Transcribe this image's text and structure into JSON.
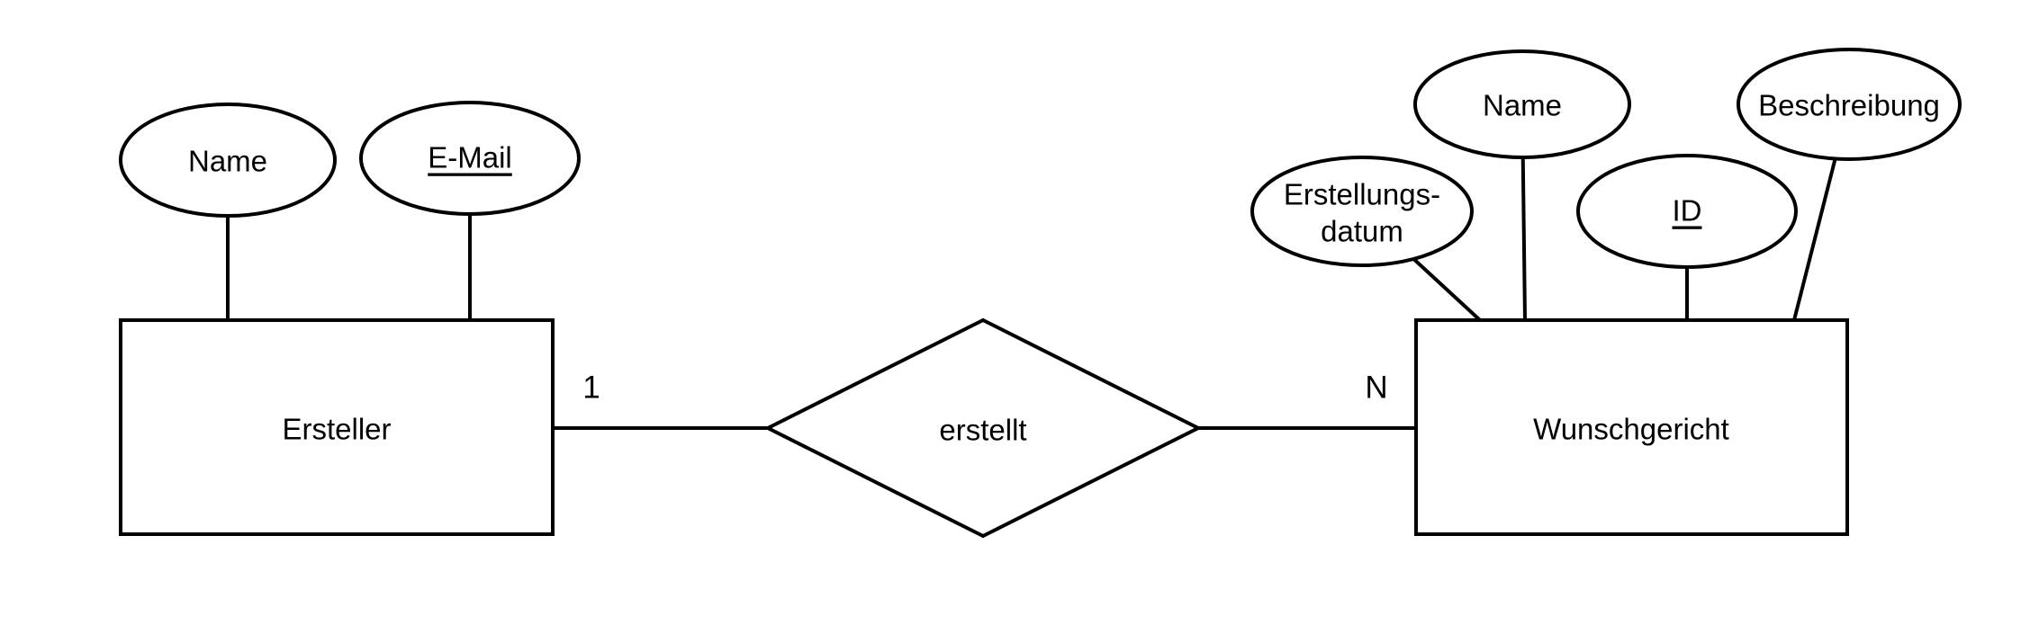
{
  "diagram_type": "entity-relationship-diagram",
  "language": "de",
  "colors": {
    "background": "#ffffff",
    "stroke": "#000000",
    "fill": "#ffffff",
    "text": "#000000"
  },
  "entities": {
    "ersteller": {
      "label": "Ersteller"
    },
    "wunschgericht": {
      "label": "Wunschgericht"
    }
  },
  "attributes": {
    "ersteller_name": {
      "label": "Name",
      "is_key": false
    },
    "ersteller_email": {
      "label": "E-Mail",
      "is_key": true
    },
    "wunschgericht_erstellungsdatum": {
      "label_line1": "Erstellungs-",
      "label_line2": "datum",
      "is_key": false
    },
    "wunschgericht_name": {
      "label": "Name",
      "is_key": false
    },
    "wunschgericht_id": {
      "label": "ID",
      "is_key": true
    },
    "wunschgericht_beschreibung": {
      "label": "Beschreibung",
      "is_key": false
    }
  },
  "relationship": {
    "label": "erstellt",
    "cardinality_left": "1",
    "cardinality_right": "N"
  }
}
